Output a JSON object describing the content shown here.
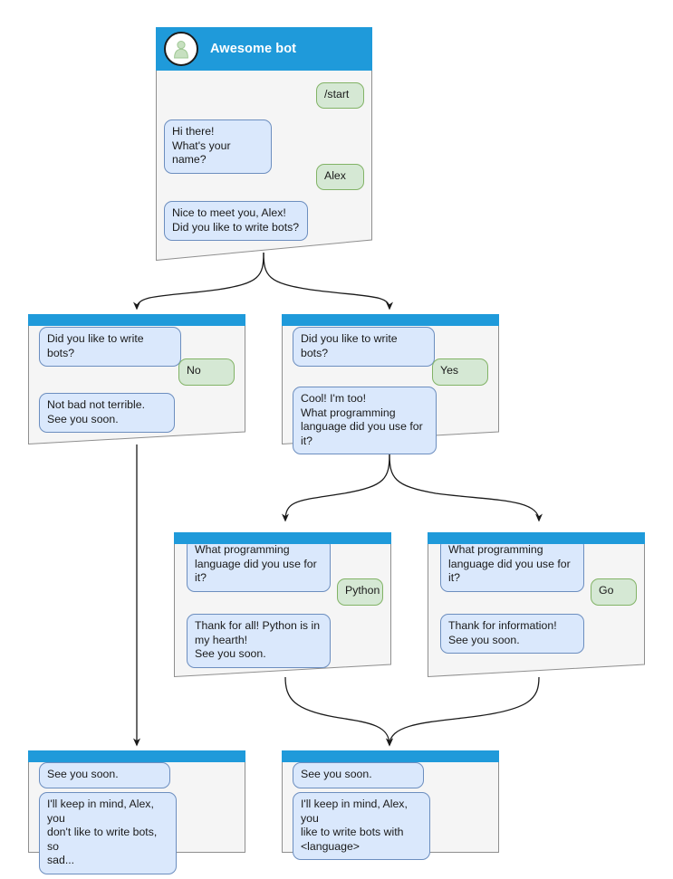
{
  "diagram": {
    "type": "bot-conversation-flowchart",
    "colors": {
      "header_blue": "#1f9ada",
      "node_background": "#f5f5f5",
      "node_border": "#8f8f8f",
      "bot_bubble_fill": "#dae8fc",
      "bot_bubble_border": "#6c8ebf",
      "user_bubble_fill": "#d5e8d4",
      "user_bubble_border": "#82b366",
      "edge": "#1a1a1a",
      "page_background": "#ffffff"
    }
  },
  "nodes": {
    "root": {
      "title": "Awesome bot",
      "avatar_icon": "person-avatar-icon",
      "messages": [
        {
          "role": "user",
          "text": "/start"
        },
        {
          "role": "bot",
          "text": "Hi there!\nWhat's your name?"
        },
        {
          "role": "user",
          "text": "Alex"
        },
        {
          "role": "bot",
          "text": "Nice to meet you, Alex!\nDid you like to write bots?"
        }
      ]
    },
    "no_branch": {
      "messages": [
        {
          "role": "bot",
          "text": "Did you like to write bots?"
        },
        {
          "role": "user",
          "text": "No"
        },
        {
          "role": "bot",
          "text": "Not bad not terrible.\nSee you soon."
        }
      ]
    },
    "yes_branch": {
      "messages": [
        {
          "role": "bot",
          "text": "Did you like to write bots?"
        },
        {
          "role": "user",
          "text": "Yes"
        },
        {
          "role": "bot",
          "text": "Cool! I'm too!\nWhat programming\nlanguage did you use for it?"
        }
      ]
    },
    "python_branch": {
      "messages": [
        {
          "role": "bot",
          "text": "What programming\nlanguage did you use for it?"
        },
        {
          "role": "user",
          "text": "Python"
        },
        {
          "role": "bot",
          "text": "Thank for all! Python is in\nmy hearth!\nSee you soon."
        }
      ]
    },
    "go_branch": {
      "messages": [
        {
          "role": "bot",
          "text": "What programming\nlanguage did you use for it?"
        },
        {
          "role": "user",
          "text": "Go"
        },
        {
          "role": "bot",
          "text": "Thank for information!\nSee you soon."
        }
      ]
    },
    "end_sad": {
      "messages": [
        {
          "role": "bot",
          "text": "See you soon."
        },
        {
          "role": "bot",
          "text": "I'll keep in mind, Alex, you\ndon't like to write bots, so\nsad..."
        }
      ]
    },
    "end_happy": {
      "messages": [
        {
          "role": "bot",
          "text": "See you soon."
        },
        {
          "role": "bot",
          "text": "I'll keep in mind, Alex, you\nlike to write bots with\n<language>"
        }
      ]
    }
  }
}
